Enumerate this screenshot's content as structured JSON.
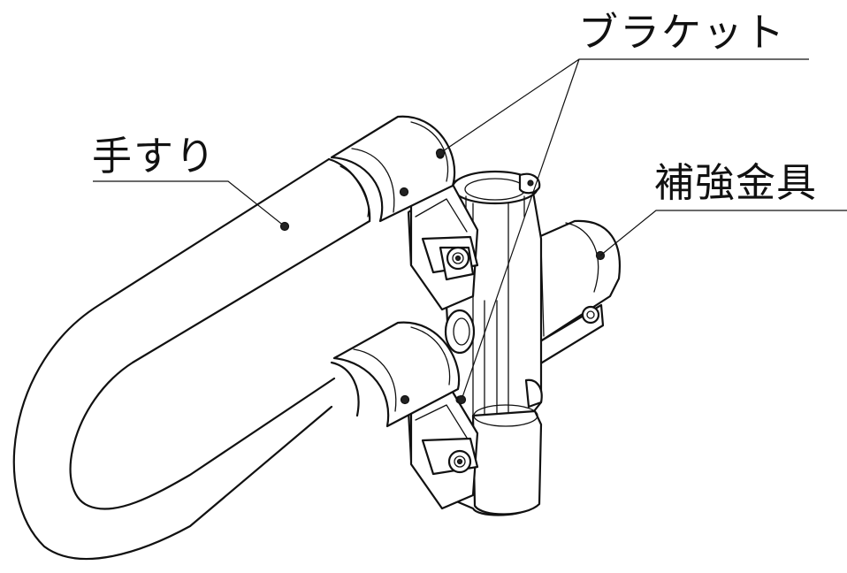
{
  "labels": {
    "bracket": "ブラケット",
    "handrail": "手すり",
    "reinforcement": "補強金具"
  }
}
